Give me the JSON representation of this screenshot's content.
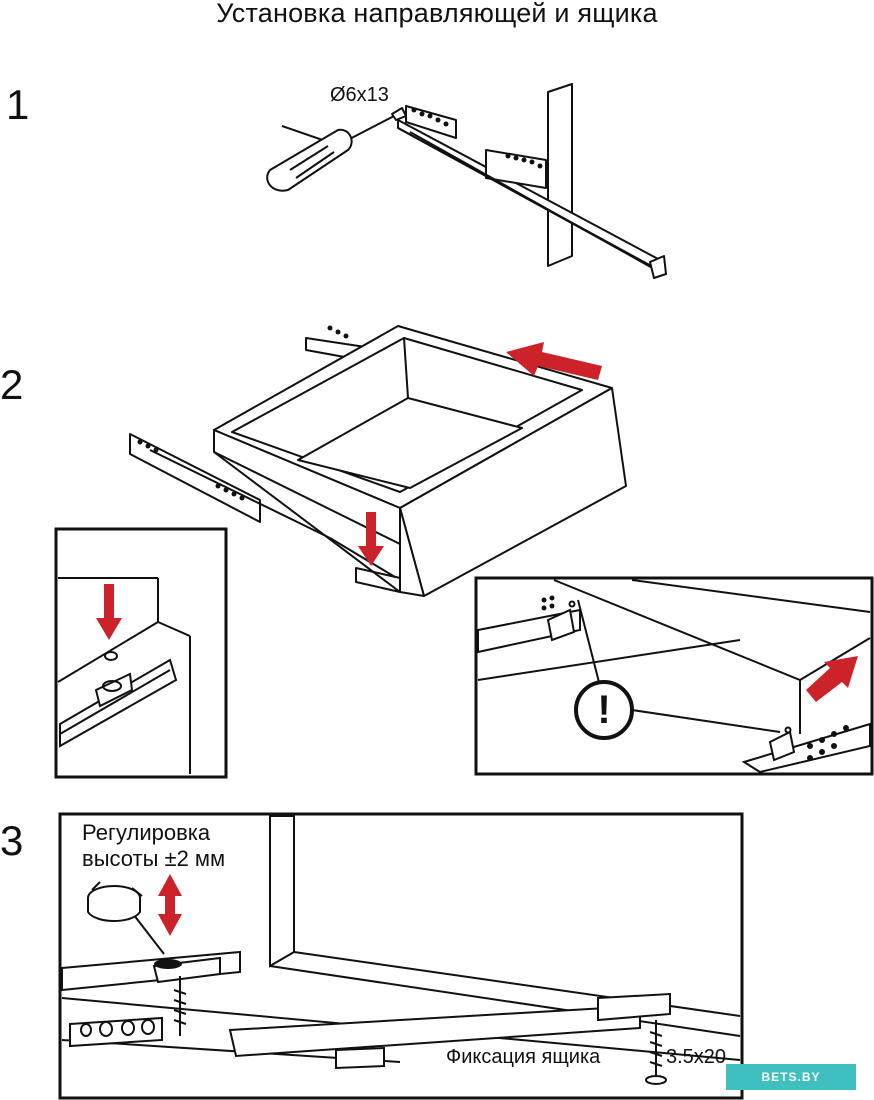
{
  "title": "Установка направляющей и ящика",
  "steps": [
    "1",
    "2",
    "3"
  ],
  "labels": {
    "screw_size": "Ø6x13",
    "height_adjust_line1": "Регулировка",
    "height_adjust_line2": "высоты ±2 мм",
    "fixation": "Фиксация ящика",
    "fixation_screw": "3.5x20",
    "warning_mark": "!"
  },
  "watermark": "BETS.BY",
  "colors": {
    "arrow": "#cc2229",
    "line": "#111111",
    "fill": "#ffffff",
    "watermark": "#3fbfbf"
  },
  "icons": [
    "screwdriver-icon",
    "arrow-icon",
    "warning-icon",
    "rotate-icon",
    "updown-arrow-icon"
  ]
}
